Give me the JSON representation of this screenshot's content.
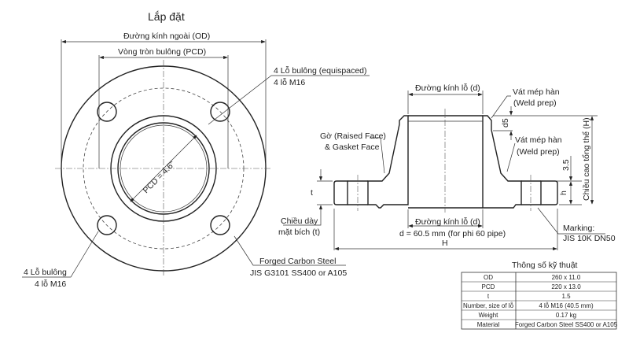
{
  "title": "Lắp đặt",
  "front_view": {
    "od_label": "Đường kính ngoài (OD)",
    "pcd_label": "Vòng tròn bulông (PCD)",
    "pcd_value": "PCD = 4.6\"",
    "bolt_holes_top": [
      "4 Lỗ bulông (equispaced)",
      "4 lỗ M16"
    ],
    "bolt_holes_bottom": [
      "4 Lỗ bulông",
      "4 lỗ M16"
    ],
    "material": [
      "Forged Carbon Steel",
      "JIS G3101 SS400 or A105"
    ]
  },
  "section_view": {
    "bore_top": "Đường kính lỗ (d)",
    "bore_bottom": "Đường kính lỗ (d)",
    "bore_note": "d = 60.5 mm (for phi 60 pipe)",
    "weld_prep_1": [
      "Vát mép hàn",
      "(Weld prep)"
    ],
    "weld_prep_2": [
      "Vát mép hàn",
      "(Weld prep)"
    ],
    "raised_face": [
      "Gờ (Raised Face)",
      "& Gasket Face"
    ],
    "thickness": [
      "Chiều dày",
      "mặt bích (t)"
    ],
    "t": "t",
    "d5": "d5",
    "dim_3_5": "3.5",
    "h": "h",
    "overall_height": "Chiều cao tổng thể (H)",
    "H": "H",
    "marking": [
      "Marking:",
      "JIS 10K DN50"
    ]
  },
  "spec_table": {
    "title": "Thông số kỹ thuật",
    "rows": [
      [
        "OD",
        "260 x 11.0"
      ],
      [
        "PCD",
        "220 x 13.0"
      ],
      [
        "t",
        "1.5"
      ],
      [
        "Number, size of lỗ",
        "4 lỗ M16 (40.5 mm)"
      ],
      [
        "Weight",
        "0.17 kg"
      ],
      [
        "Material",
        "Forged Carbon Steel SS400 or A105"
      ]
    ]
  }
}
